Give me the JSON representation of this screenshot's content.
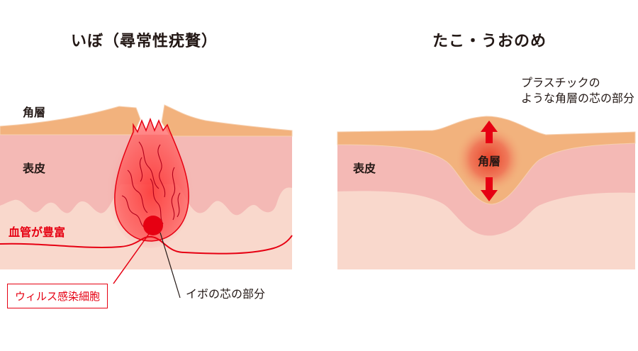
{
  "wart": {
    "title": "いぼ（尋常性疣贅）",
    "label_stratum_corneum": "角層",
    "label_epidermis": "表皮",
    "label_blood_vessels": "血管が豊富",
    "label_virus_cells": "ウィルス感染細胞",
    "label_wart_core": "イボの芯の部分"
  },
  "corn_callus": {
    "title": "たこ・うおのめ",
    "label_epidermis": "表皮",
    "label_core": "角層",
    "note_line1": "プラスチックの",
    "note_line2": "ような角層の芯の部分"
  },
  "colors": {
    "stratum_corneum": "#f2b27d",
    "epidermis": "#f4b9b5",
    "dermis": "#f9d8cc",
    "accent_red": "#e60012"
  }
}
